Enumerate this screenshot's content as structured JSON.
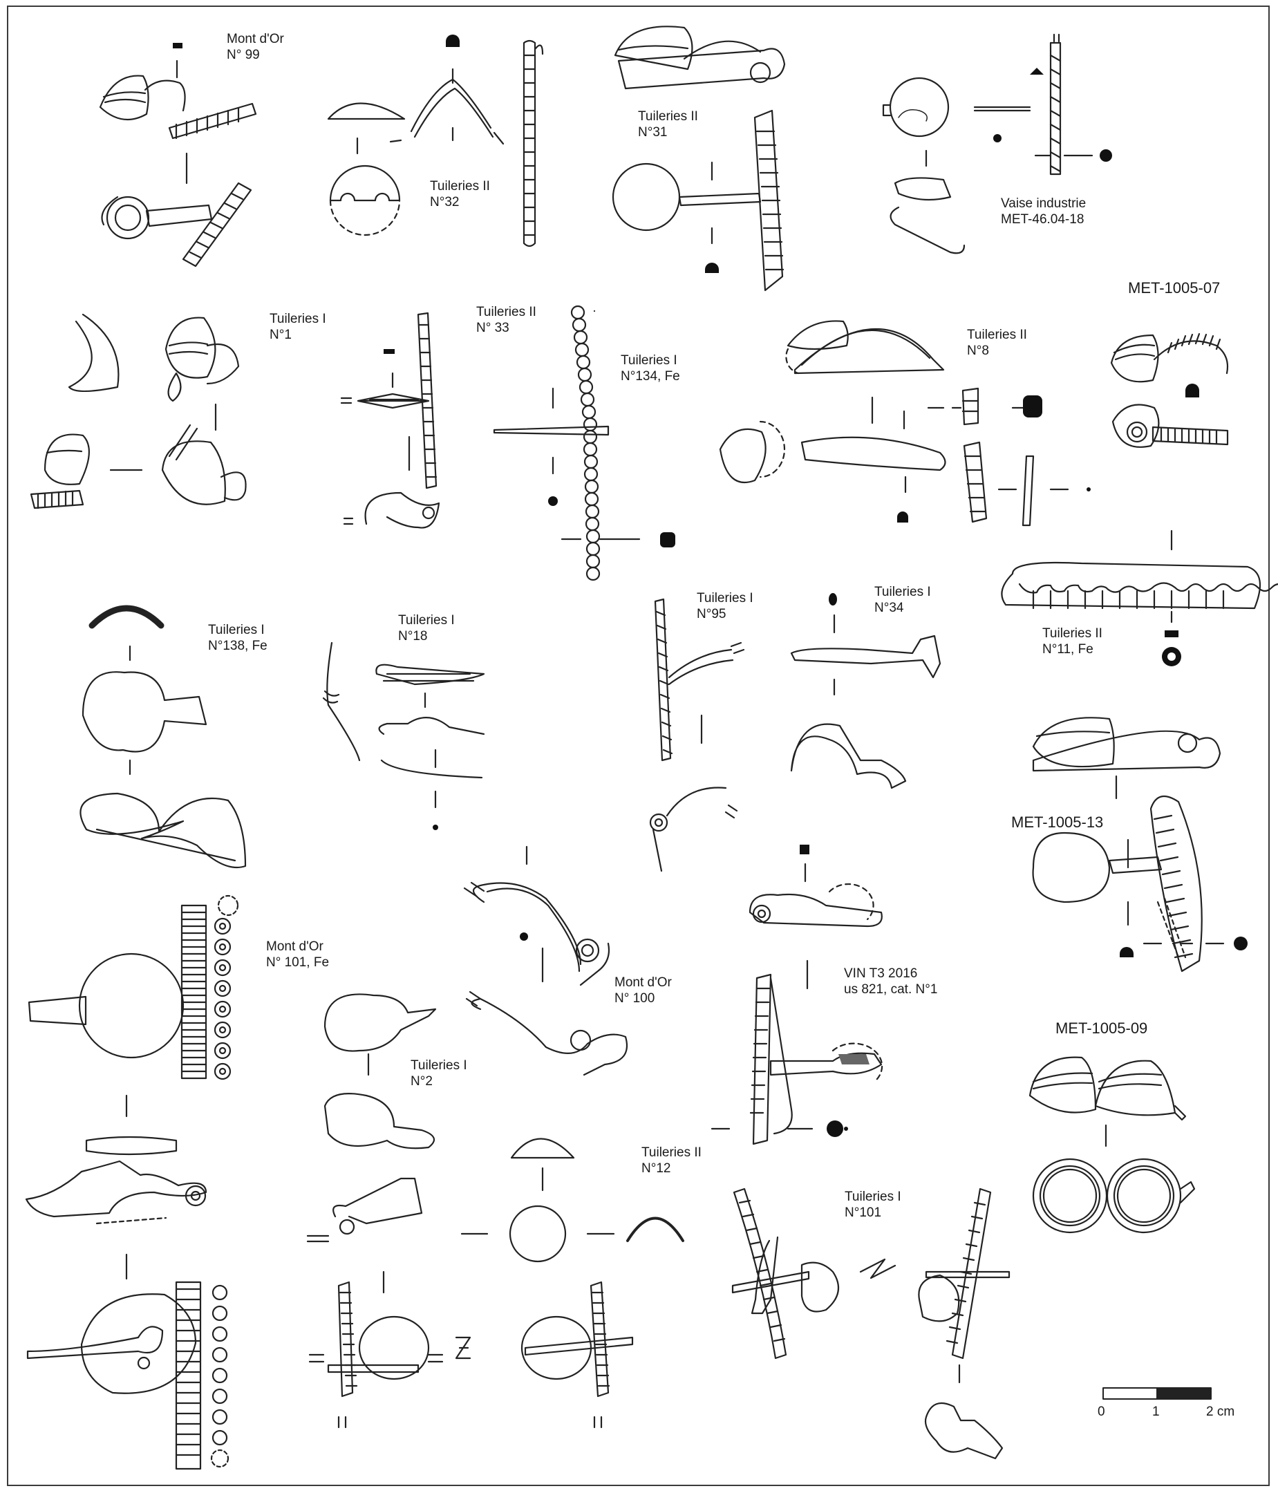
{
  "labels": {
    "mont_dor_99": [
      "Mont d'Or",
      "N° 99"
    ],
    "tuileries2_32": [
      "Tuileries II",
      "N°32"
    ],
    "tuileries2_31": [
      "Tuileries II",
      "N°31"
    ],
    "vaise": [
      "Vaise industrie",
      "MET-46.04-18"
    ],
    "met_1005_07": "MET-1005-07",
    "tuileries1_1": [
      "Tuileries I",
      "N°1"
    ],
    "tuileries2_33": [
      "Tuileries II",
      "N° 33"
    ],
    "tuileries1_134": [
      "Tuileries I",
      "N°134, Fe"
    ],
    "tuileries2_8": [
      "Tuileries II",
      "N°8"
    ],
    "tuileries1_138": [
      "Tuileries I",
      "N°138, Fe"
    ],
    "tuileries1_18": [
      "Tuileries I",
      "N°18"
    ],
    "tuileries1_95": [
      "Tuileries I",
      "N°95"
    ],
    "tuileries1_34": [
      "Tuileries I",
      "N°34"
    ],
    "tuileries2_11": [
      "Tuileries II",
      "N°11, Fe"
    ],
    "met_1005_13": "MET-1005-13",
    "mont_dor_101": [
      "Mont d'Or",
      "N° 101, Fe"
    ],
    "mont_dor_100": [
      "Mont d'Or",
      "N° 100"
    ],
    "vin_t3": [
      "VIN T3 2016",
      "us 821, cat. N°1"
    ],
    "tuileries1_2": [
      "Tuileries I",
      "N°2"
    ],
    "met_1005_09": "MET-1005-09",
    "tuileries2_12": [
      "Tuileries II",
      "N°12"
    ],
    "tuileries1_101": [
      "Tuileries I",
      "N°101"
    ]
  },
  "scale_bar": {
    "ticks": [
      "0",
      "1",
      "2 cm"
    ]
  }
}
